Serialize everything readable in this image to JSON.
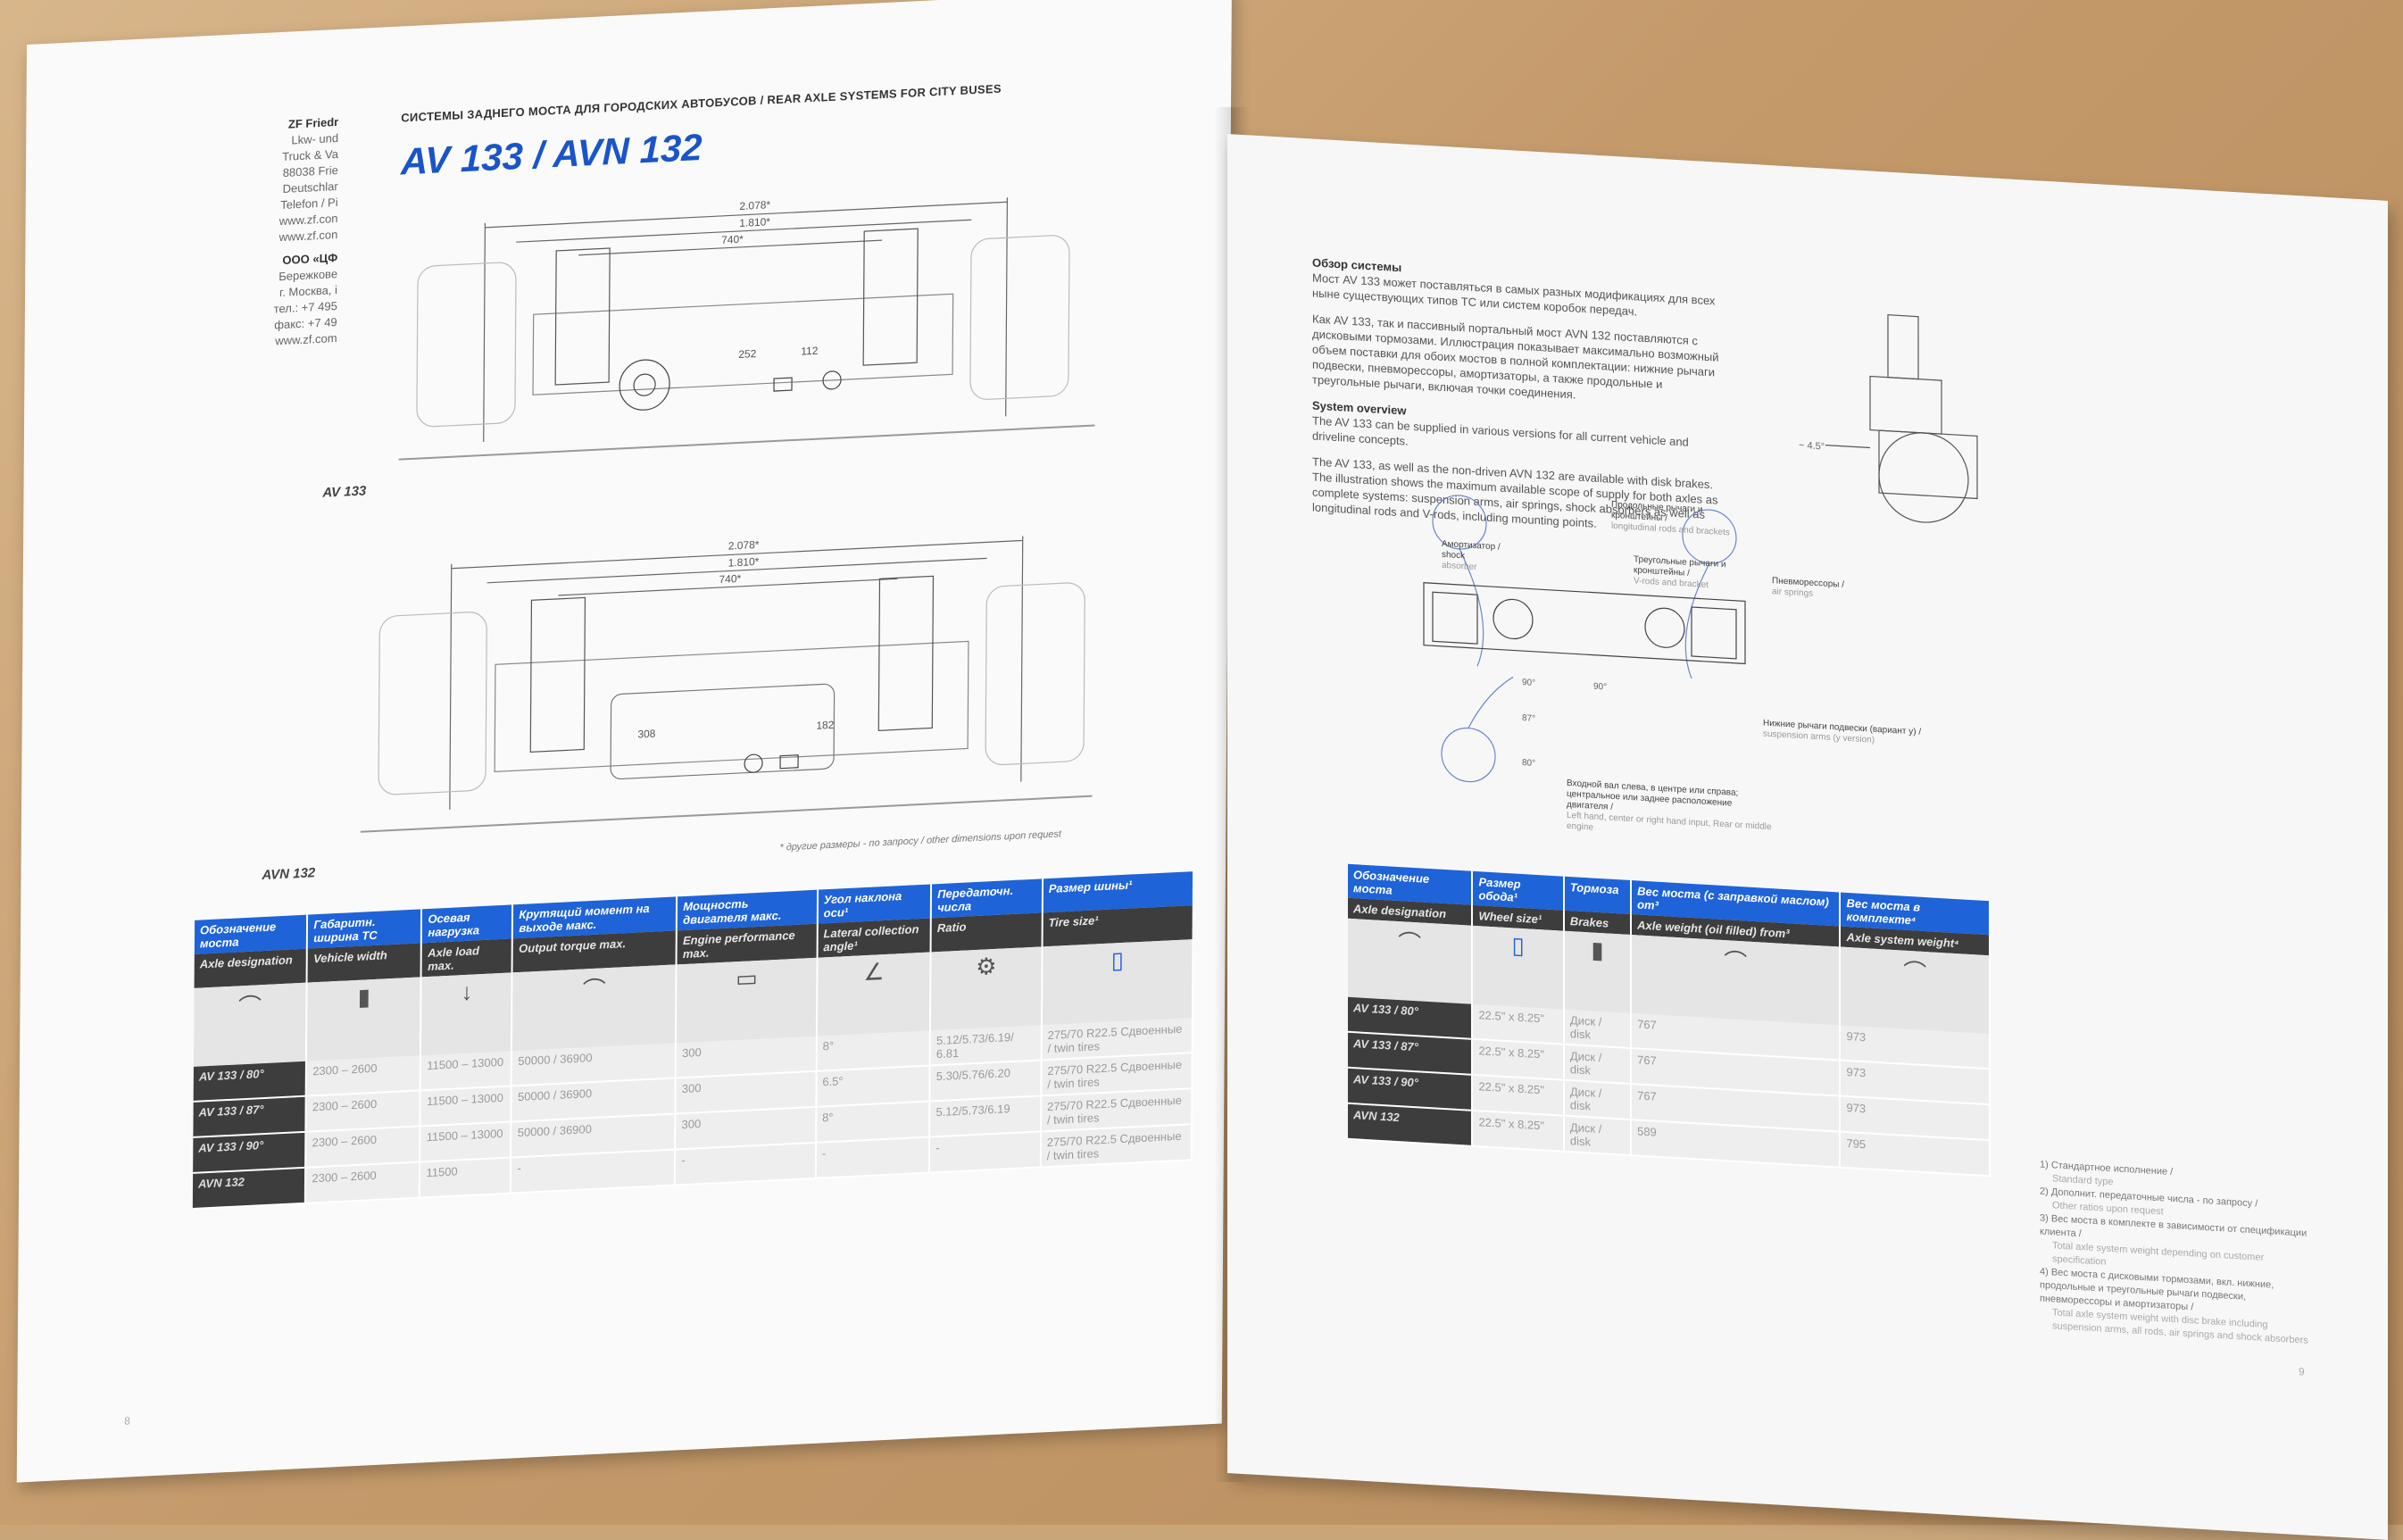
{
  "left_page": {
    "address": {
      "company_de": "ZF Friedr",
      "lines_de": [
        "Lkw- und",
        "Truck & Va",
        "88038 Frie",
        "Deutschlar",
        "Telefon / Pi",
        "www.zf.con",
        "www.zf.con"
      ],
      "company_ru": "ООО «ЦФ",
      "lines_ru": [
        "Бережкове",
        "г. Москва, і",
        "тел.: +7 495",
        "факс: +7 49",
        "www.zf.com"
      ]
    },
    "section_header": "СИСТЕМЫ ЗАДНЕГО МОСТА ДЛЯ ГОРОДСКИХ АВТОБУСОВ / REAR AXLE SYSTEMS FOR CITY BUSES",
    "title": "AV 133 / AVN 132",
    "drawing_top": {
      "label": "AV 133",
      "dim_outer": "2.078*",
      "dim_mid": "1.810*",
      "dim_inner": "740*",
      "dim_a": "252",
      "dim_b": "112"
    },
    "drawing_bottom": {
      "label": "AVN 132",
      "dim_outer": "2.078*",
      "dim_mid": "1.810*",
      "dim_inner": "740*",
      "dim_a": "308",
      "dim_b": "182"
    },
    "footnote": "* другие размеры - по запросу / other dimensions upon request",
    "table": {
      "headers_ru": [
        "Обозначение моста",
        "Габаритн. ширина ТС",
        "Осевая нагрузка",
        "Крутящий момент на выходе макс.",
        "Мощность двигателя макс.",
        "Угол наклона оси¹",
        "Передаточн. числа",
        "Размер шины¹"
      ],
      "headers_en": [
        "Axle designation",
        "Vehicle width",
        "Axle load max.",
        "Output torque max.",
        "Engine performance max.",
        "Lateral collection angle¹",
        "Ratio",
        "Tire size¹"
      ],
      "rows": [
        [
          "AV 133 / 80°",
          "2300 – 2600",
          "11500 – 13000",
          "50000 / 36900",
          "300",
          "8°",
          "5.12/5.73/6.19/ 6.81",
          "275/70 R22.5 Сдвоенные / twin tires"
        ],
        [
          "AV 133 / 87°",
          "2300 – 2600",
          "11500 – 13000",
          "50000 / 36900",
          "300",
          "6.5°",
          "5.30/5.76/6.20",
          "275/70 R22.5 Сдвоенные / twin tires"
        ],
        [
          "AV 133 / 90°",
          "2300 – 2600",
          "11500 – 13000",
          "50000 / 36900",
          "300",
          "8°",
          "5.12/5.73/6.19",
          "275/70 R22.5 Сдвоенные / twin tires"
        ],
        [
          "AVN 132",
          "2300 – 2600",
          "11500",
          "-",
          "-",
          "-",
          "-",
          "275/70 R22.5 Сдвоенные / twin tires"
        ]
      ]
    },
    "page_number": "8"
  },
  "right_page": {
    "overview_ru_title": "Обзор системы",
    "overview_ru_p1": "Мост AV 133 может поставляться в самых разных модификациях для всех ныне существующих типов ТС или систем коробок передач.",
    "overview_ru_p2": "Как AV 133, так и пассивный портальный мост AVN 132 поставляются с дисковыми тормозами. Иллюстрация показывает максимально возможный объем поставки для обоих мостов в полной комплектации: нижние рычаги подвески, пневморессоры, амортизаторы, а также продольные и треугольные рычаги, включая точки соединения.",
    "overview_en_title": "System overview",
    "overview_en_p1": "The AV 133 can be supplied in various versions for all current vehicle and driveline concepts.",
    "overview_en_p2": "The AV 133, as well as the non-driven AVN 132 are available with disk brakes. The illustration shows the maximum available scope of supply for both axles as complete systems: suspension arms, air springs, shock absorbers as well as longitudinal rods and V-rods, including mounting points.",
    "angle_label": "~ 4.5°",
    "callouts": {
      "long_rods": {
        "ru": "Продольные рычаги и кронштейны /",
        "en": "longitudinal rods and brackets"
      },
      "shock": {
        "ru": "Амортизатор / shock",
        "en": "absorber"
      },
      "vrods": {
        "ru": "Треугольные рычаги и кронштейны /",
        "en": "V-rods and bracket"
      },
      "air": {
        "ru": "Пневморессоры /",
        "en": "air springs"
      },
      "angle_90a": "90°",
      "angle_90b": "90°",
      "angle_87": "87°",
      "angle_80": "80°",
      "susp": {
        "ru": "Нижние рычаги подвески (вариант у) /",
        "en": "suspension arms (y version)"
      },
      "input": {
        "ru": "Входной вал слева, в центре или справа; центральное или заднее расположение двигателя /",
        "en": "Left hand, center or right hand input, Rear or middle engine"
      }
    },
    "table": {
      "headers_ru": [
        "Обозначение моста",
        "Размер обода¹",
        "Тормоза",
        "Вес моста (с заправкой маслом) от³",
        "Вес моста в комплекте⁴"
      ],
      "headers_en": [
        "Axle designation",
        "Wheel size¹",
        "Brakes",
        "Axle weight (oil filled) from³",
        "Axle system weight⁴"
      ],
      "rows": [
        [
          "AV 133 / 80°",
          "22.5\" x 8.25\"",
          "Диск / disk",
          "767",
          "973"
        ],
        [
          "AV 133 / 87°",
          "22.5\" x 8.25\"",
          "Диск / disk",
          "767",
          "973"
        ],
        [
          "AV 133 / 90°",
          "22.5\" x 8.25\"",
          "Диск / disk",
          "767",
          "973"
        ],
        [
          "AVN 132",
          "22.5\" x 8.25\"",
          "Диск / disk",
          "589",
          "795"
        ]
      ]
    },
    "notes": [
      {
        "ru": "1) Стандартное исполнение /",
        "en": "Standard type"
      },
      {
        "ru": "2) Дополнит. передаточные числа - по запросу /",
        "en": "Other ratios upon request"
      },
      {
        "ru": "3) Вес моста в комплекте в зависимости от спецификации клиента /",
        "en": "Total axle system weight depending on customer specification"
      },
      {
        "ru": "4) Вес моста с дисковыми тормозами, вкл. нижние, продольные и треугольные рычаги подвески, пневморессоры и амортизаторы /",
        "en": "Total axle system weight with disc brake including suspension arms, all rods, air springs and shock absorbers"
      }
    ],
    "page_number": "9"
  },
  "colors": {
    "accent_blue": "#1f63d8",
    "dark_header": "#3d3d3d",
    "table_wood": "#c9a57a"
  }
}
